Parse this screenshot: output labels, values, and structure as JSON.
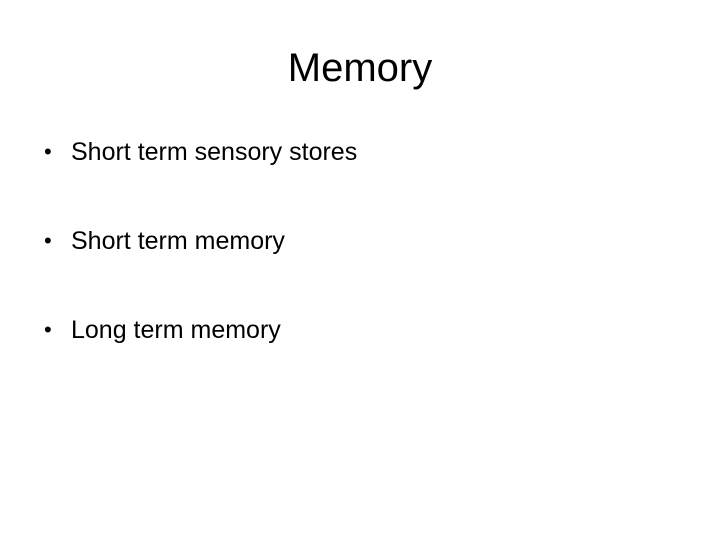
{
  "slide": {
    "title": "Memory",
    "bullet_symbol": "•",
    "bullets": [
      "Short term sensory stores",
      "Short term memory",
      "Long term memory"
    ]
  }
}
